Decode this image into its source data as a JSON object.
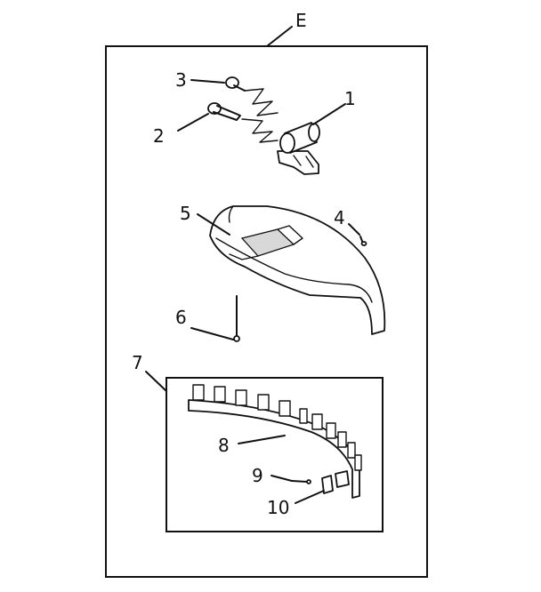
{
  "diagram": {
    "assembly_label": "E",
    "callouts": {
      "c1": "1",
      "c2": "2",
      "c3": "3",
      "c4": "4",
      "c5": "5",
      "c6": "6",
      "c7": "7",
      "c8": "8",
      "c9": "9",
      "c10": "10"
    }
  }
}
